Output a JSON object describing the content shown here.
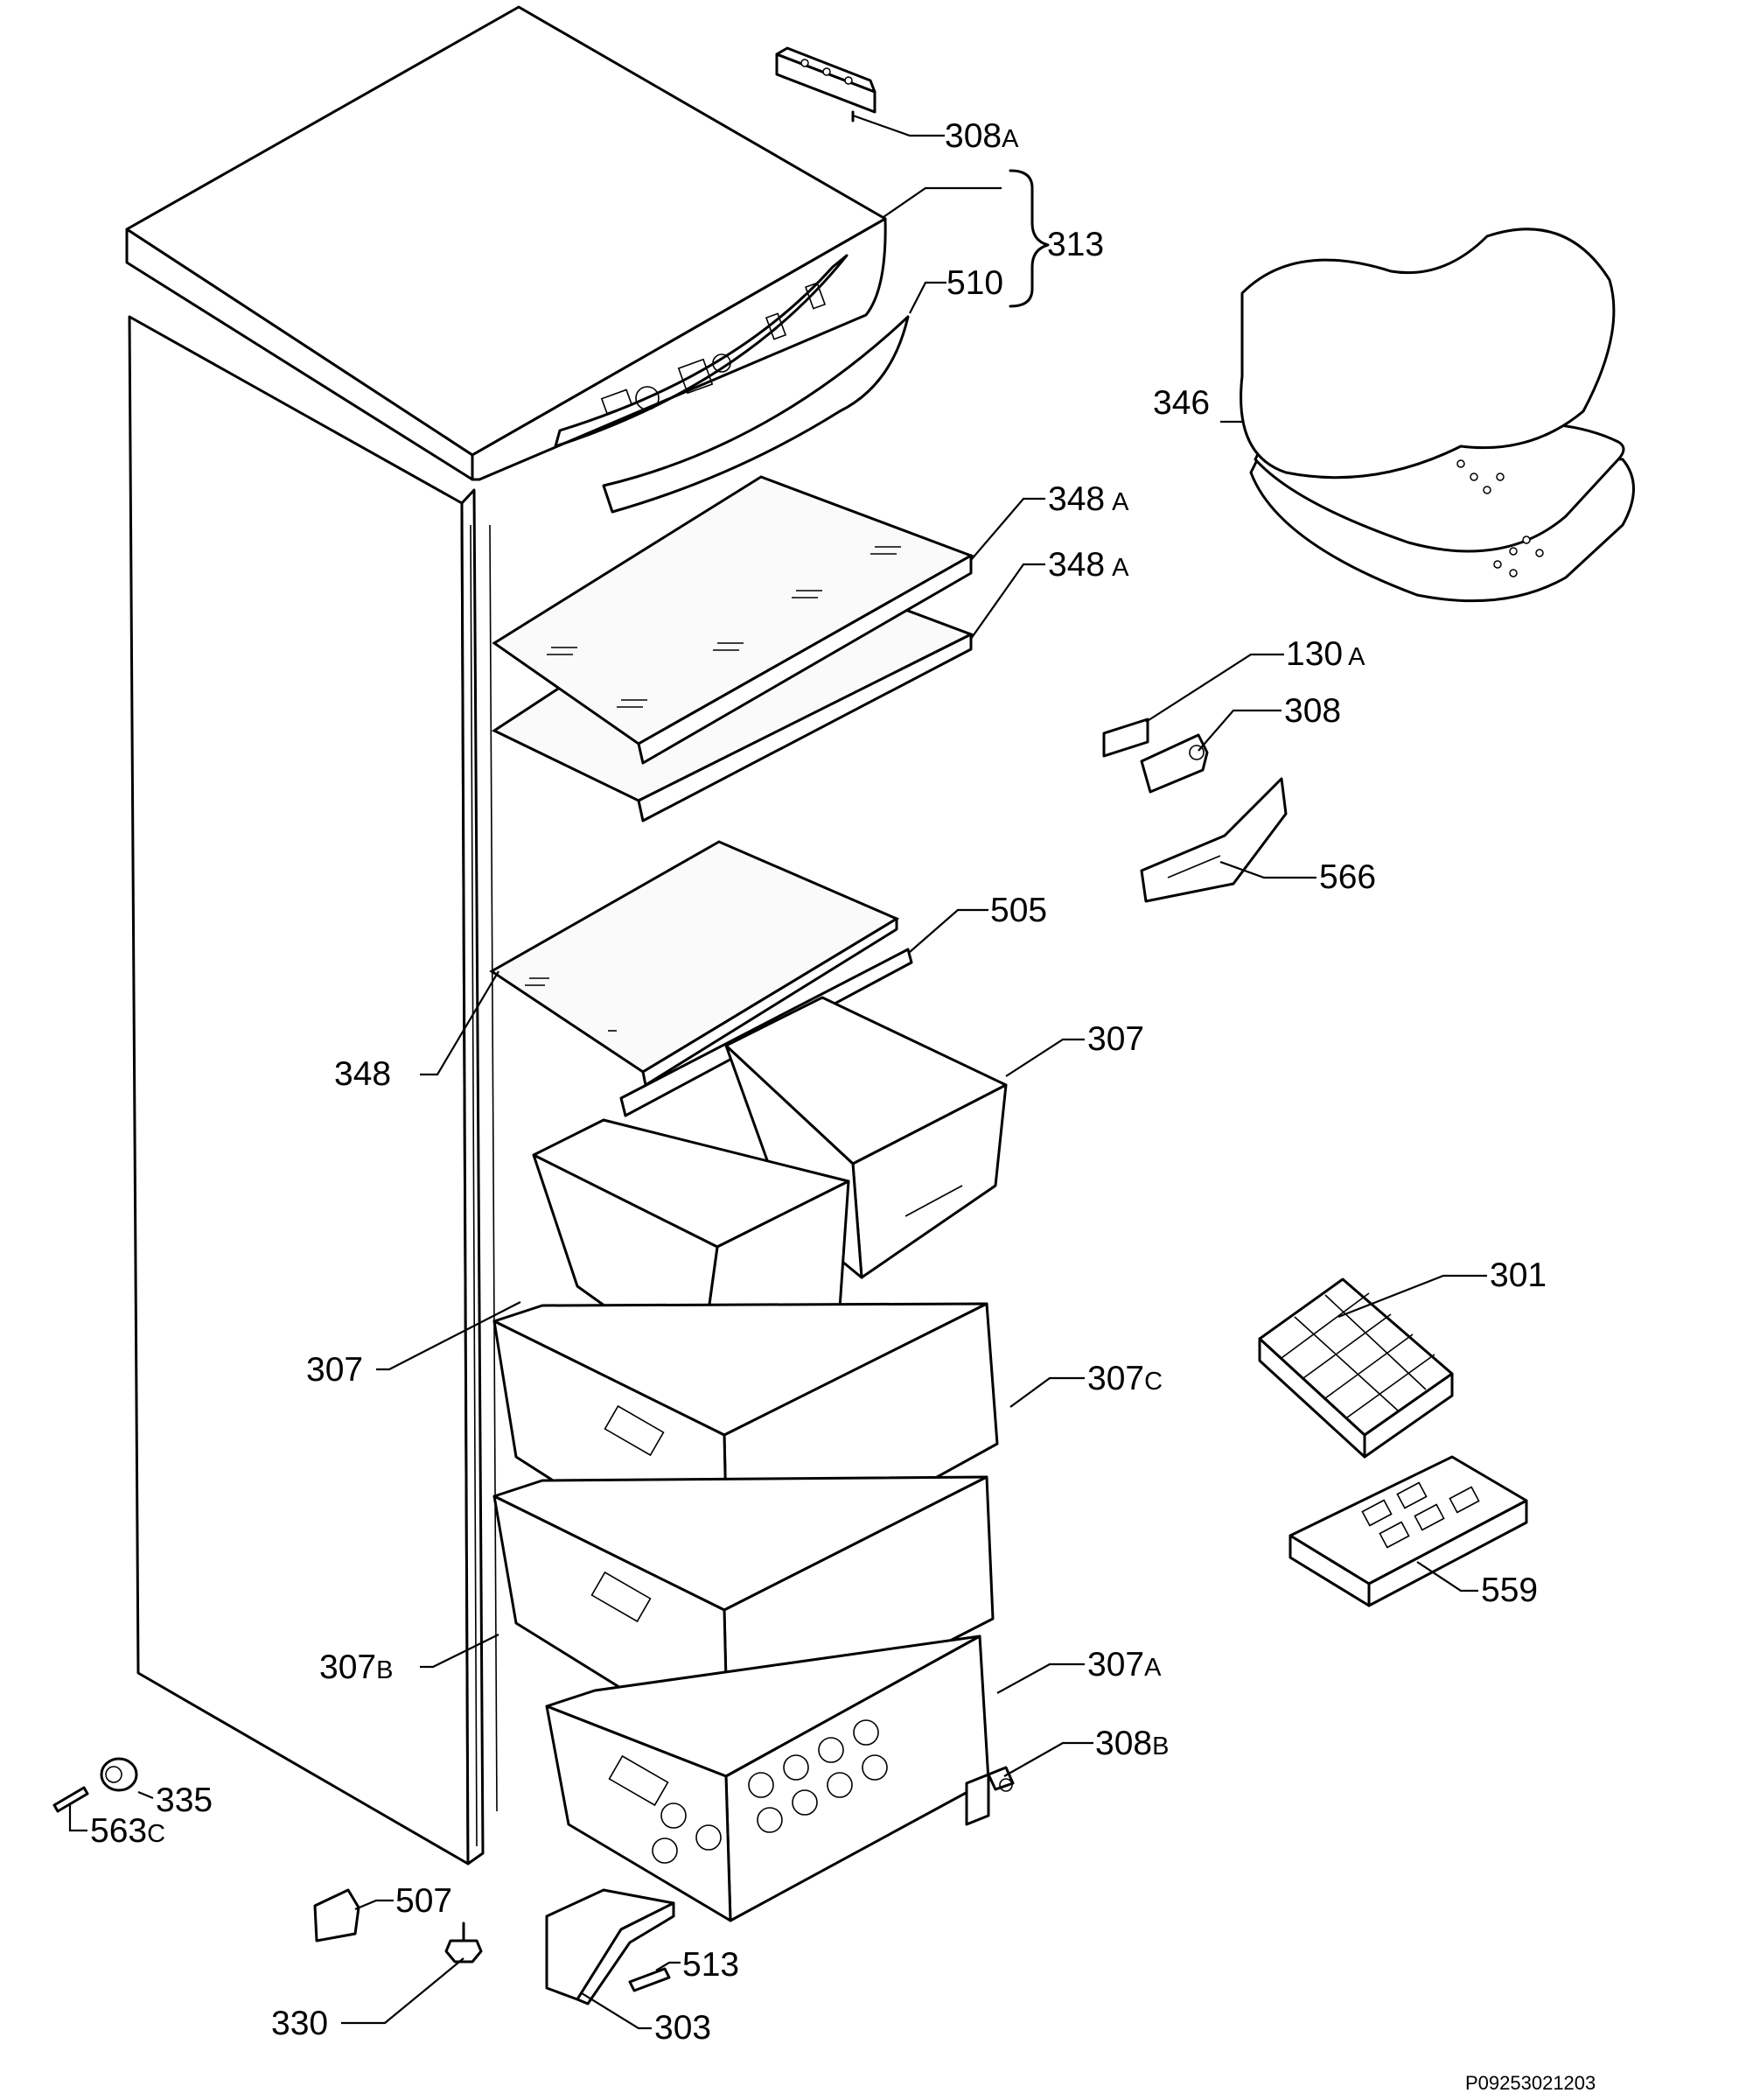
{
  "labels": [
    {
      "num": "308",
      "suffix": "A"
    },
    {
      "num": "313",
      "suffix": ""
    },
    {
      "num": "510",
      "suffix": ""
    },
    {
      "num": "346",
      "suffix": ""
    },
    {
      "num": "348",
      "suffix": "A"
    },
    {
      "num": "348",
      "suffix": "A"
    },
    {
      "num": "130",
      "suffix": "A"
    },
    {
      "num": "308",
      "suffix": ""
    },
    {
      "num": "566",
      "suffix": ""
    },
    {
      "num": "505",
      "suffix": ""
    },
    {
      "num": "307",
      "suffix": ""
    },
    {
      "num": "348",
      "suffix": ""
    },
    {
      "num": "301",
      "suffix": ""
    },
    {
      "num": "307",
      "suffix": ""
    },
    {
      "num": "307",
      "suffix": "C"
    },
    {
      "num": "559",
      "suffix": ""
    },
    {
      "num": "307",
      "suffix": "B"
    },
    {
      "num": "307",
      "suffix": "A"
    },
    {
      "num": "308",
      "suffix": "B"
    },
    {
      "num": "335",
      "suffix": ""
    },
    {
      "num": "563",
      "suffix": "C"
    },
    {
      "num": "507",
      "suffix": ""
    },
    {
      "num": "513",
      "suffix": ""
    },
    {
      "num": "330",
      "suffix": ""
    },
    {
      "num": "303",
      "suffix": ""
    }
  ],
  "diagram_code": "P09253021203"
}
